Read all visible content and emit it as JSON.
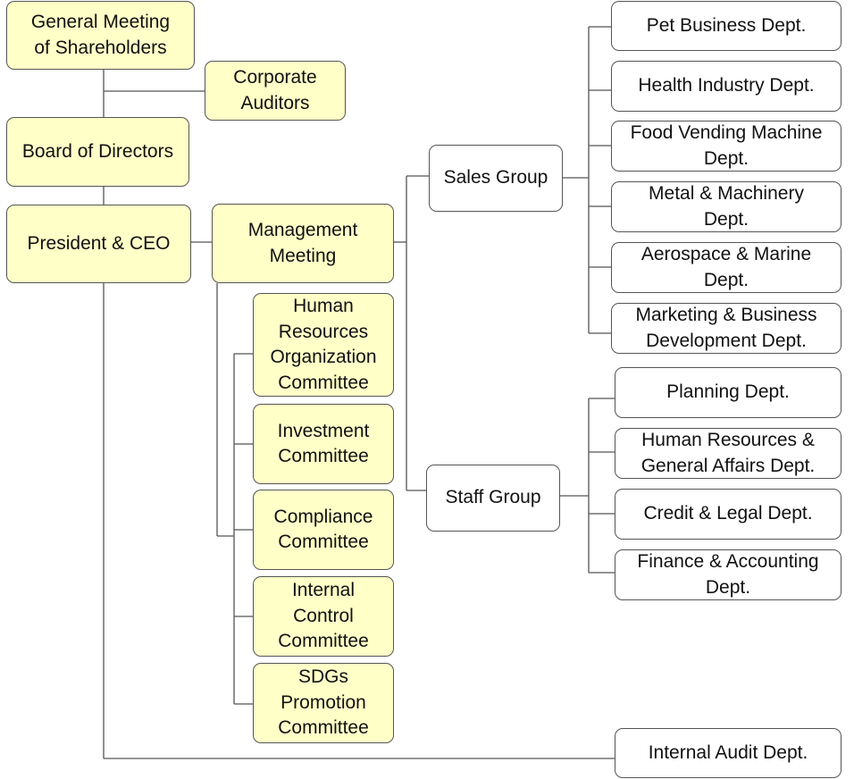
{
  "colors": {
    "governance_fill": "#ffffc8",
    "department_fill": "#ffffff",
    "line": "#555555"
  },
  "governance": {
    "shareholders": "General Meeting\nof  Shareholders",
    "auditors": "Corporate\nAuditors",
    "board": "Board of Directors",
    "ceo": "President & CEO",
    "management_meeting": "Management\nMeeting"
  },
  "committees": {
    "hr_org": "Human\nResources\nOrganization\nCommittee",
    "investment": "Investment\nCommittee",
    "compliance": "Compliance\nCommittee",
    "internal_control": "Internal\nControl\nCommittee",
    "sdgs": "SDGs\nPromotion\nCommittee"
  },
  "groups": {
    "sales": "Sales Group",
    "staff": "Staff Group"
  },
  "sales_departments": {
    "pet": "Pet Business Dept.",
    "health": "Health Industry Dept.",
    "food_vending": "Food Vending Machine\nDept.",
    "metal": "Metal & Machinery\nDept.",
    "aerospace": "Aerospace & Marine\nDept.",
    "marketing": "Marketing & Business\nDevelopment Dept."
  },
  "staff_departments": {
    "planning": "Planning Dept.",
    "hr_ga": "Human Resources &\nGeneral Affairs Dept.",
    "credit_legal": "Credit & Legal Dept.",
    "finance": "Finance & Accounting\nDept."
  },
  "internal_audit": "Internal Audit Dept."
}
